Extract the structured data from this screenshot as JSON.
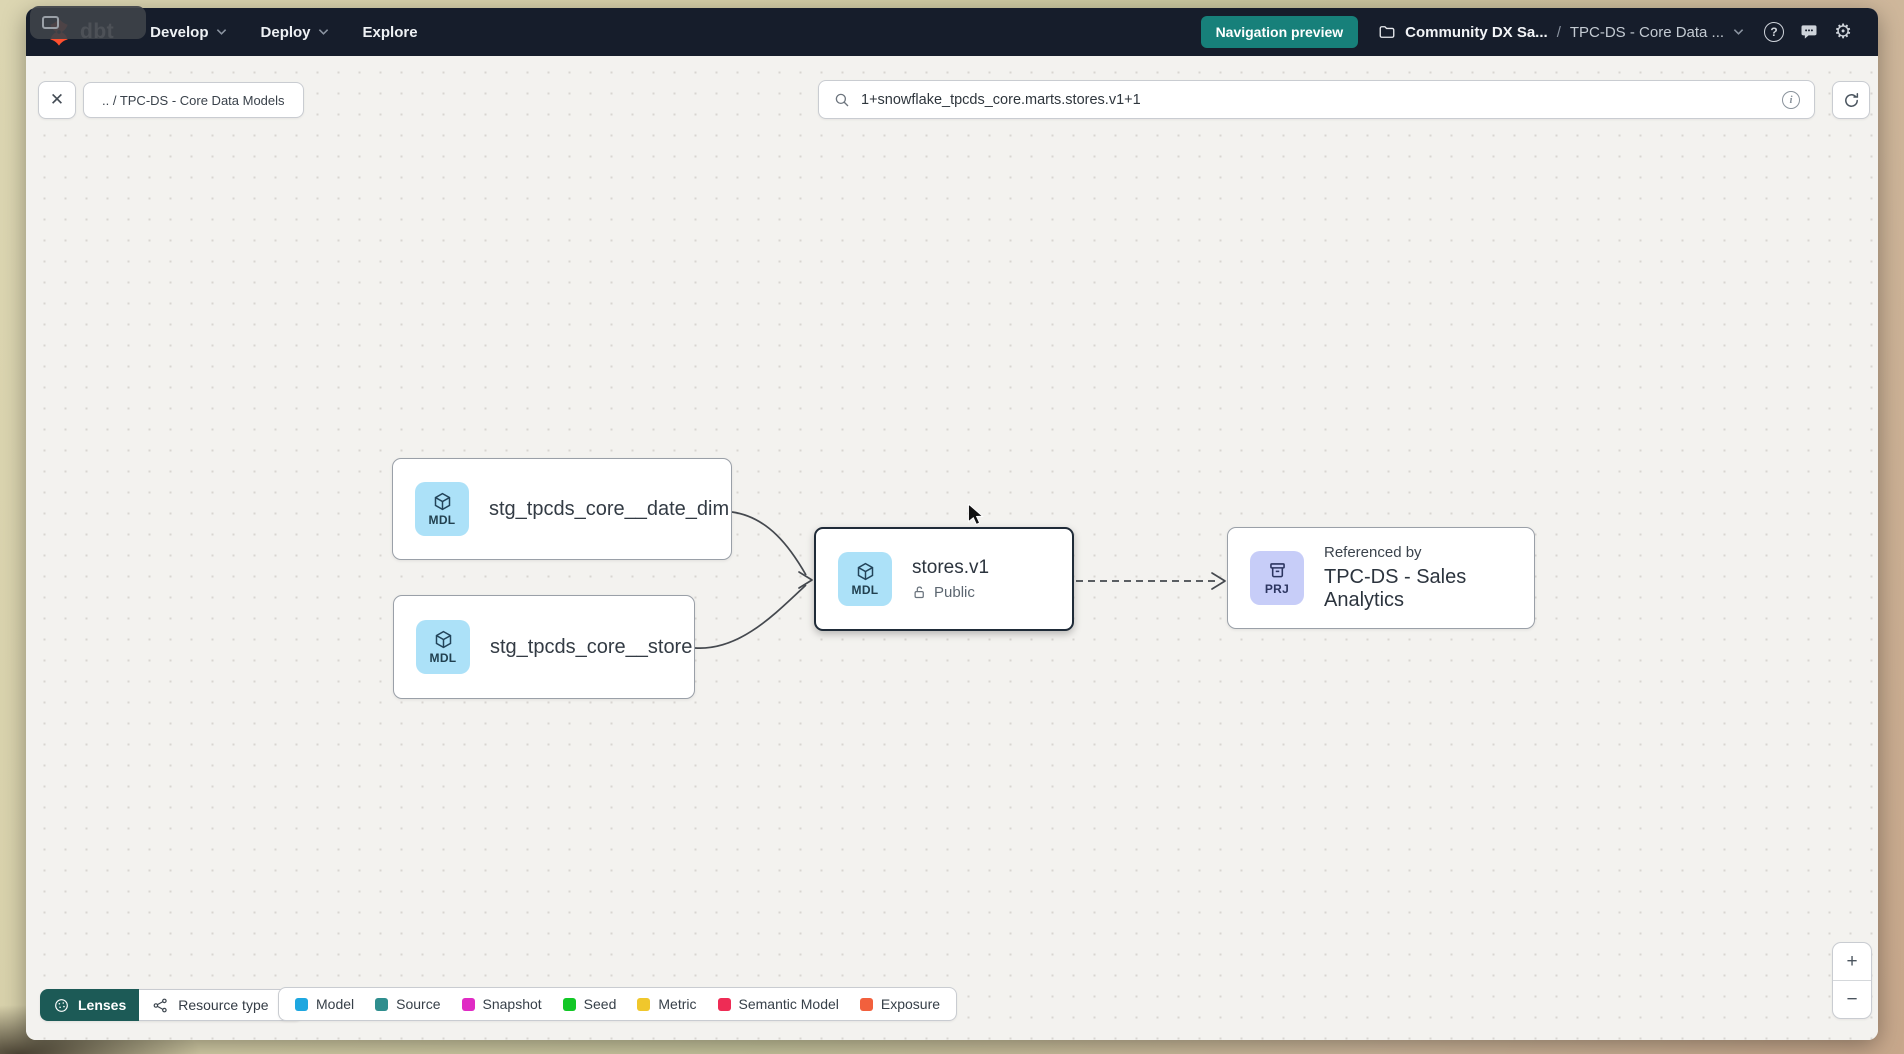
{
  "window": {
    "artifact_name": "screen-share-pill"
  },
  "navbar": {
    "logo_text": "dbt",
    "menu": [
      {
        "label": "Develop"
      },
      {
        "label": "Deploy"
      },
      {
        "label": "Explore"
      }
    ],
    "preview_badge": "Navigation preview",
    "account": "Community DX Sa...",
    "separator": "/",
    "project": "TPC-DS - Core Data ...",
    "help_glyph": "?",
    "gear_glyph": "⚙"
  },
  "toolbar": {
    "close_glyph": "✕",
    "breadcrumb_chip": ".. / TPC-DS - Core Data Models",
    "search_value": "1+snowflake_tpcds_core.marts.stores.v1+1",
    "info_glyph": "i"
  },
  "graph": {
    "nodes": [
      {
        "badge": "MDL",
        "label": "stg_tpcds_core__date_dim"
      },
      {
        "badge": "MDL",
        "label": "stg_tpcds_core__store"
      },
      {
        "badge": "MDL",
        "label": "stores.v1",
        "access": "Public",
        "selected": true
      },
      {
        "badge": "PRJ",
        "kicker": "Referenced by",
        "label": "TPC-DS - Sales Analytics"
      }
    ]
  },
  "footer": {
    "lenses_label": "Lenses",
    "resource_type_label": "Resource type",
    "legend": [
      {
        "label": "Model",
        "color": "#1ea7e0"
      },
      {
        "label": "Source",
        "color": "#2f8e8e"
      },
      {
        "label": "Snapshot",
        "color": "#e02bc4"
      },
      {
        "label": "Seed",
        "color": "#12c726"
      },
      {
        "label": "Metric",
        "color": "#f0c72c"
      },
      {
        "label": "Semantic Model",
        "color": "#ee2c55"
      },
      {
        "label": "Exposure",
        "color": "#f2603d"
      }
    ]
  },
  "zoom_controls": {
    "zoom_in": "+",
    "zoom_out": "−"
  },
  "icons": {
    "close-icon": "✕",
    "gear-icon": "⚙",
    "help-icon": "?",
    "info-icon": "i",
    "zoom-in-icon": "+",
    "zoom-out-icon": "−",
    "search-icon": "magnifier",
    "refresh-icon": "circular-arrow",
    "folder-icon": "folder outline",
    "feedback-icon": "chat bubble",
    "chevron-down-icon": "v",
    "model-icon": "cube",
    "project-icon": "archive box",
    "lock-open-icon": "open padlock",
    "lenses-icon": "dotted sphere",
    "resource-type-icon": "node graph",
    "dbt-logo-icon": "orange pinwheel"
  },
  "colors": {
    "navbar_bg": "#161d2b",
    "accent_teal": "#17807a",
    "lenses_teal": "#1c5a56",
    "selected_border": "#1f2b38",
    "model_badge_bg": "#ace1f8",
    "project_badge_bg": "#c7cdf8",
    "dbt_orange": "#ff4f2e",
    "canvas_bg": "#f3f2ef"
  }
}
